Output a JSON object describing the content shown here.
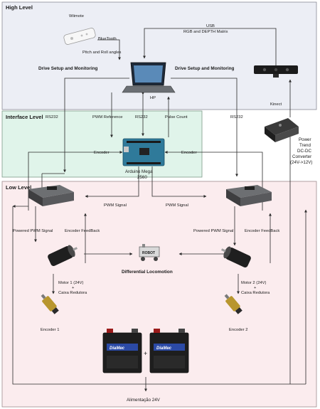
{
  "levels": {
    "high": "High Level",
    "interface": "Interface Level",
    "low": "Low  Level"
  },
  "colors": {
    "high_bg": "#eceef5",
    "interface_bg": "#e0f4ea",
    "low_bg": "#fbecee",
    "wire": "#2a2a2a"
  },
  "labels": {
    "wiimote": "Wiimote",
    "bluetooth": "BlueTooth",
    "pitch_roll": "Pitch and Roll angles",
    "usb": "USB",
    "rgb_depth": "RGB and DEPTH Matrix",
    "drive_left": "Drive Setup and Monitoring",
    "drive_right": "Drive Setup and Monitoring",
    "hp": "HP",
    "kinect": "Kinect",
    "rs232_left": "RS232",
    "rs232_center": "RS232",
    "rs232_right": "RS232",
    "pwm_reference": "PWM Reference",
    "pulse_count": "Pulse Count",
    "encoder_left": "Encoder",
    "encoder_right": "Encoder",
    "arduino_1": "Arduino Mega",
    "arduino_2": "2560",
    "power_1": "Power",
    "power_2": "Trend",
    "power_3": "DC-DC",
    "power_4": "Converter",
    "power_5": "(24V->12V)",
    "pwm_signal_left": "PWM Signal",
    "pwm_signal_right": "PWM Signal",
    "powered_pwm_left": "Powered PWM Signal",
    "powered_pwm_right": "Powered PWM Signal",
    "encoder_feedback_left": "Encoder FeedBack",
    "encoder_feedback_right": "Encoder FeedBack",
    "robot": "ROBOT",
    "diff_locomotion": "Differential Locomotion",
    "motor1_1": "Motor 1 (24V)",
    "motor1_2": "+",
    "motor1_3": "Caixa Redutora",
    "motor2_1": "Motor 2 (24V)",
    "motor2_2": "+",
    "motor2_3": "Caixa Redutora",
    "encoder1": "Encoder 1",
    "encoder2": "Encoder 2",
    "battery_brand": "DiaMec",
    "plus": "+",
    "alimentacao": "Alimentação  24V"
  },
  "icons": {
    "wiimote": "wiimote-icon",
    "laptop": "laptop-icon",
    "kinect": "kinect-icon",
    "arduino": "arduino-board-icon",
    "converter": "dc-dc-converter-icon",
    "driver": "motor-driver-board-icon",
    "motor": "dc-motor-icon",
    "encoder": "rotary-encoder-icon",
    "robot": "robot-icon",
    "battery": "battery-icon"
  }
}
